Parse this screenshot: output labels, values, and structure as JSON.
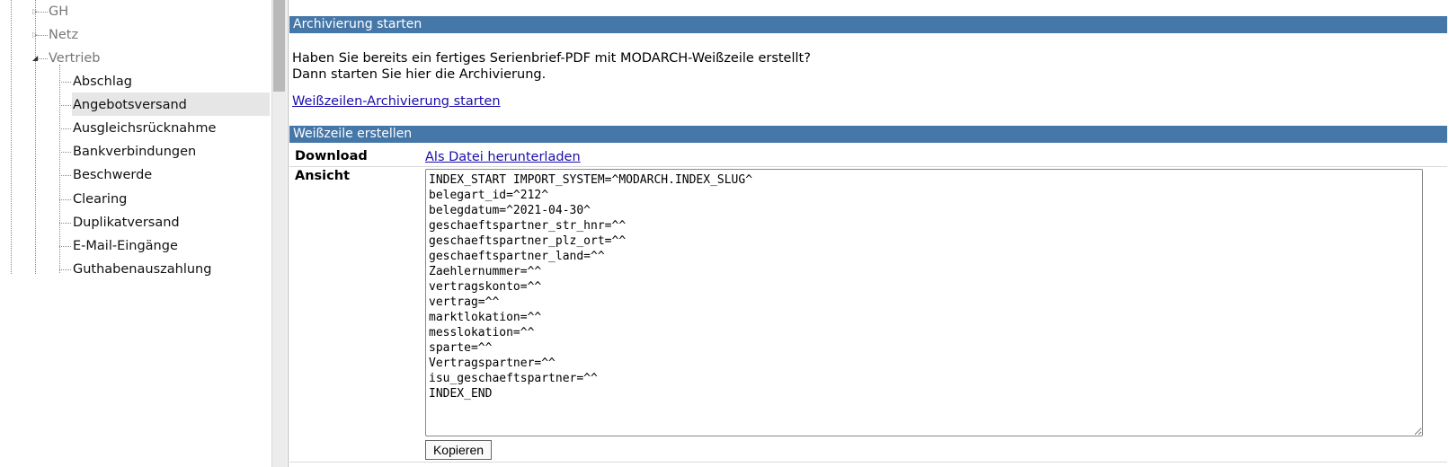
{
  "tree": {
    "top_nodes": [
      "GH",
      "Netz",
      "Vertrieb"
    ],
    "children": [
      "Abschlag",
      "Angebotsversand",
      "Ausgleichsrücknahme",
      "Bankverbindungen",
      "Beschwerde",
      "Clearing",
      "Duplikatversand",
      "E-Mail-Eingänge",
      "Guthabenauszahlung"
    ],
    "selected": "Angebotsversand"
  },
  "archive_section": {
    "header": "Archivierung starten",
    "question": "Haben Sie bereits ein fertiges Serienbrief-PDF mit MODARCH-Weißzeile erstellt?",
    "hint": "Dann starten Sie hier die Archivierung.",
    "link": "Weißzeilen-Archivierung starten"
  },
  "create_section": {
    "header": "Weißzeile erstellen",
    "download_label": "Download",
    "download_link": "Als Datei herunterladen",
    "view_label": "Ansicht",
    "view_text": "INDEX_START IMPORT_SYSTEM=^MODARCH.INDEX_SLUG^\nbelegart_id=^212^\nbelegdatum=^2021-04-30^\ngeschaeftspartner_str_hnr=^^\ngeschaeftspartner_plz_ort=^^\ngeschaeftspartner_land=^^\nZaehlernummer=^^\nvertragskonto=^^\nvertrag=^^\nmarktlokation=^^\nmesslokation=^^\nsparte=^^\nVertragspartner=^^\nisu_geschaeftspartner=^^\nINDEX_END",
    "copy_button": "Kopieren"
  }
}
